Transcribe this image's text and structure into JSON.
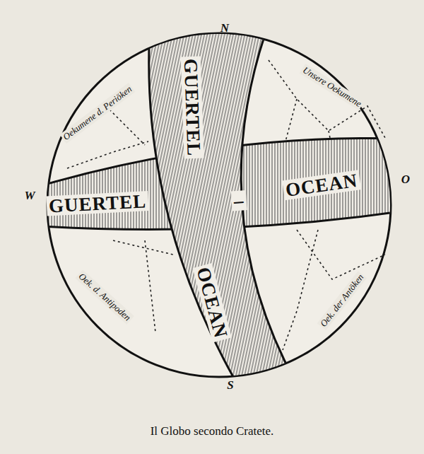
{
  "diagram": {
    "caption": "Il Globo secondo Cratete.",
    "nodes": [
      {
        "text": [
          "GUERTEL",
          "–",
          "OCEAN"
        ]
      },
      {
        "text": [
          "GUERTEL",
          "OCEAN"
        ]
      }
    ],
    "labels": [
      "N",
      "S",
      "W",
      "O",
      "Oekumene d. Periöken",
      "Unsere Oekumene",
      "Oek. d. Antipoden",
      "Oek. der Antöken"
    ]
  }
}
